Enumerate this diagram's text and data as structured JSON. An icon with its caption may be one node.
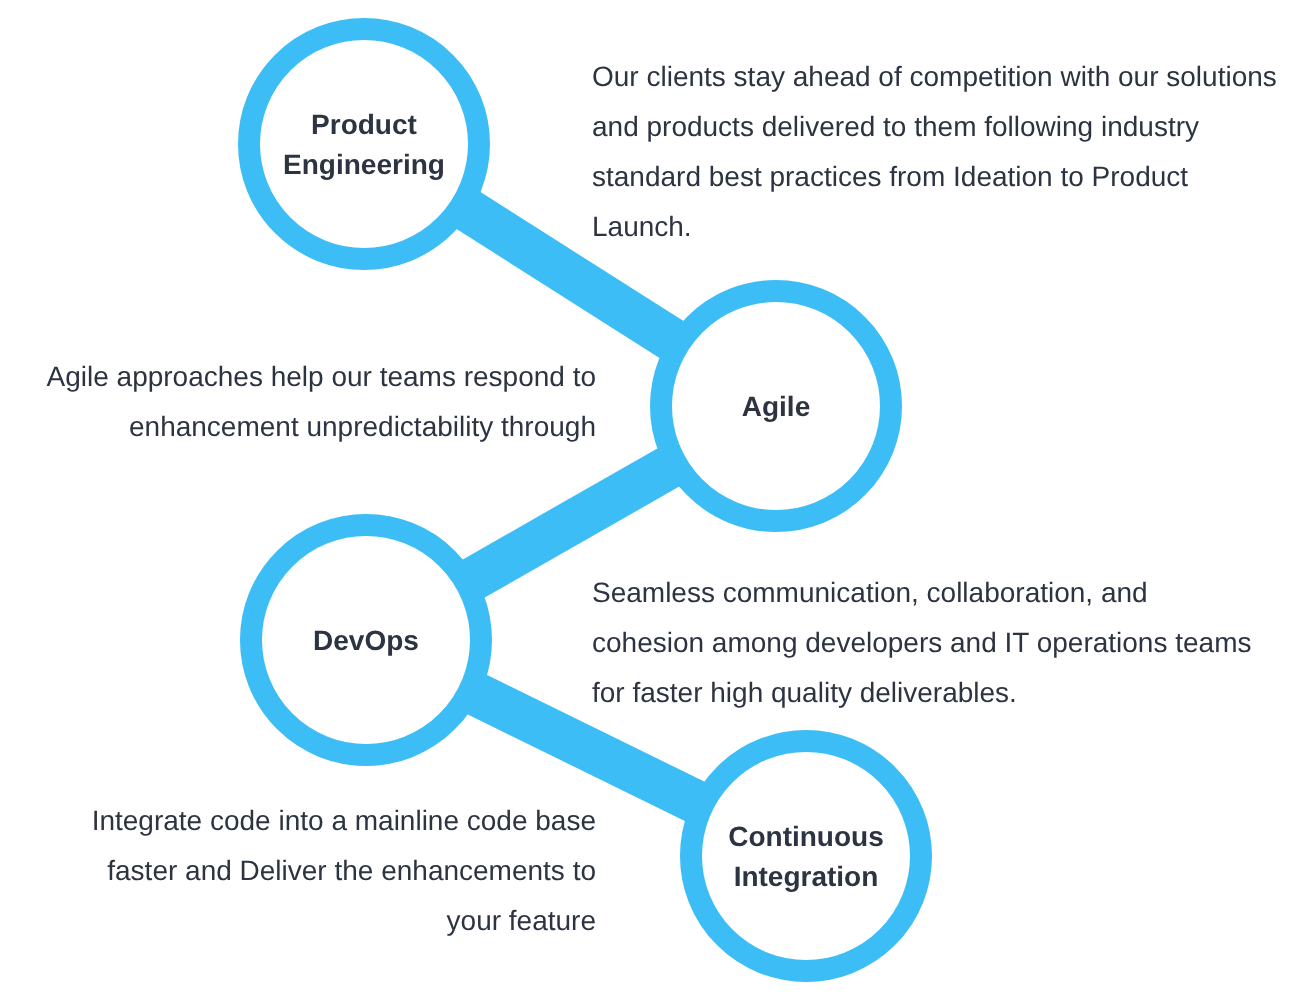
{
  "diagram": {
    "nodes": [
      {
        "text": [
          "Product Engineering"
        ]
      },
      {
        "text": [
          "Agile"
        ]
      },
      {
        "text": [
          "DevOps"
        ]
      },
      {
        "text": [
          "Continuous Integration"
        ]
      }
    ],
    "edges": [
      {
        "from": 0,
        "to": 1,
        "arrow": "none"
      },
      {
        "from": 1,
        "to": 2,
        "arrow": "none"
      },
      {
        "from": 2,
        "to": 3,
        "arrow": "none"
      }
    ],
    "labels": [
      "Our clients stay ahead of competition with our solutions and products delivered to them following industry standard best practices from Ideation to Product Launch.",
      "Agile approaches help our teams respond to enhancement unpredictability through",
      "Seamless communication, collaboration, and cohesion among developers and IT operations teams for faster high quality deliverables.",
      "Integrate code into a mainline code base faster and Deliver the enhancements to your feature"
    ]
  }
}
